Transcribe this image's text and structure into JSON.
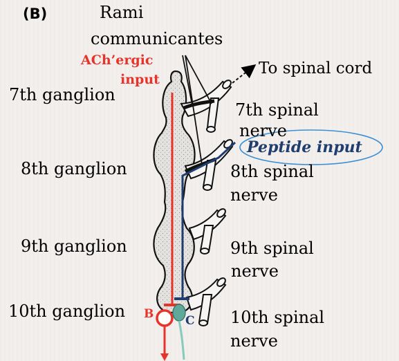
{
  "panel_label": "(B)",
  "rami_label": [
    "Rami",
    "communicantes"
  ],
  "to_spinal_cord": "To spinal cord",
  "ach_input": [
    "ACh’ergic",
    "input"
  ],
  "peptide_input": "Peptide input",
  "ganglia": [
    {
      "label": "7th ganglion"
    },
    {
      "label": "8th ganglion"
    },
    {
      "label": "9th ganglion"
    },
    {
      "label": "10th ganglion"
    }
  ],
  "spinal_nerves": [
    {
      "line1": "7th spinal",
      "line2": "nerve"
    },
    {
      "line1": "8th spinal",
      "line2": "nerve"
    },
    {
      "line1": "9th spinal",
      "line2": "nerve"
    },
    {
      "line1": "10th spinal",
      "line2": "nerve"
    }
  ],
  "cell_b": "B",
  "cell_c": "C",
  "colors": {
    "background": "#f2efed",
    "ach_pathway": "#e8332a",
    "peptide_pathway": "#1f3d6e",
    "peptide_ellipse": "#3a8fd6",
    "cell_c_fill": "#5fa89a",
    "cell_c_axon": "#86c9bd",
    "ganglion_fill": "#e2e0dd"
  }
}
